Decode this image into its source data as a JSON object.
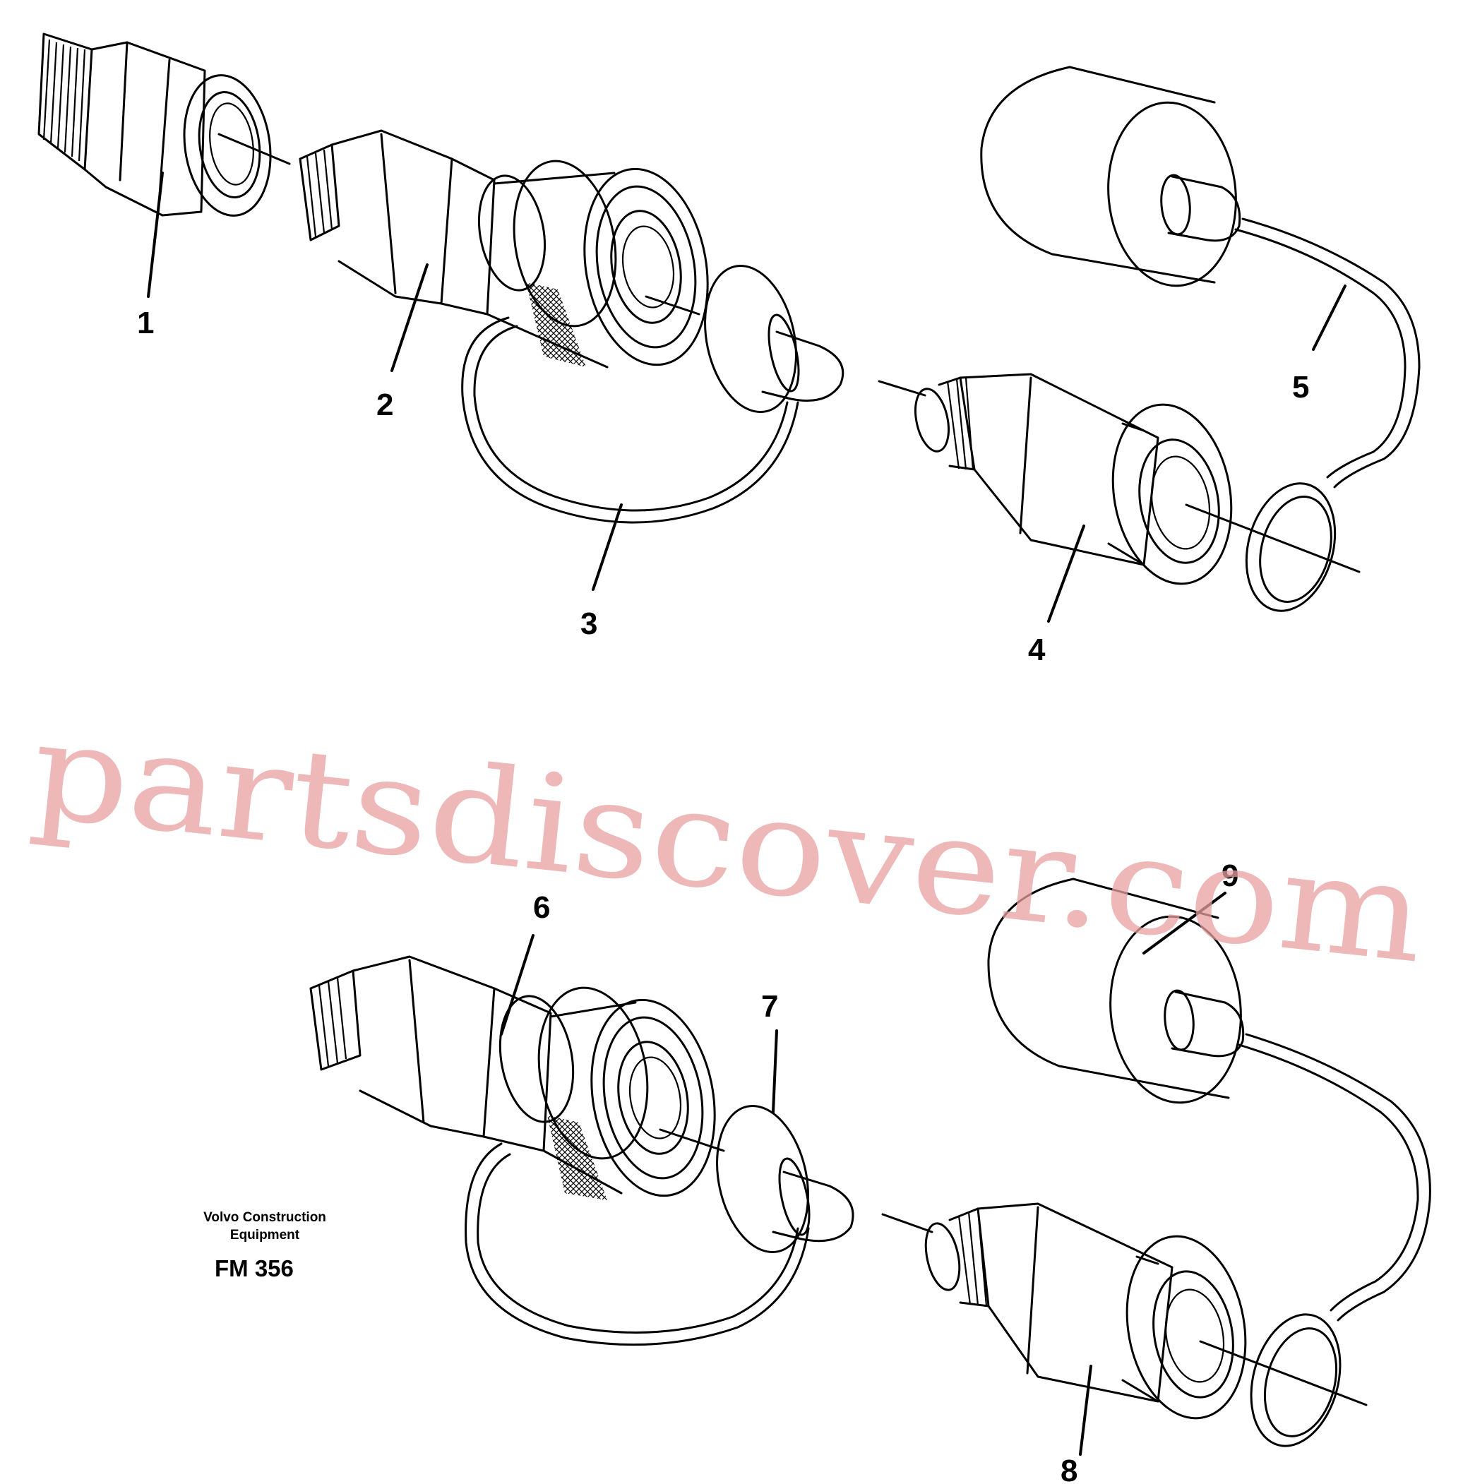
{
  "callouts": [
    "1",
    "2",
    "3",
    "4",
    "5",
    "6",
    "7",
    "8",
    "9"
  ],
  "watermark": "partsdiscover.com",
  "credit": {
    "line1": "Volvo Construction",
    "line2": "Equipment",
    "code": "FM 356"
  }
}
